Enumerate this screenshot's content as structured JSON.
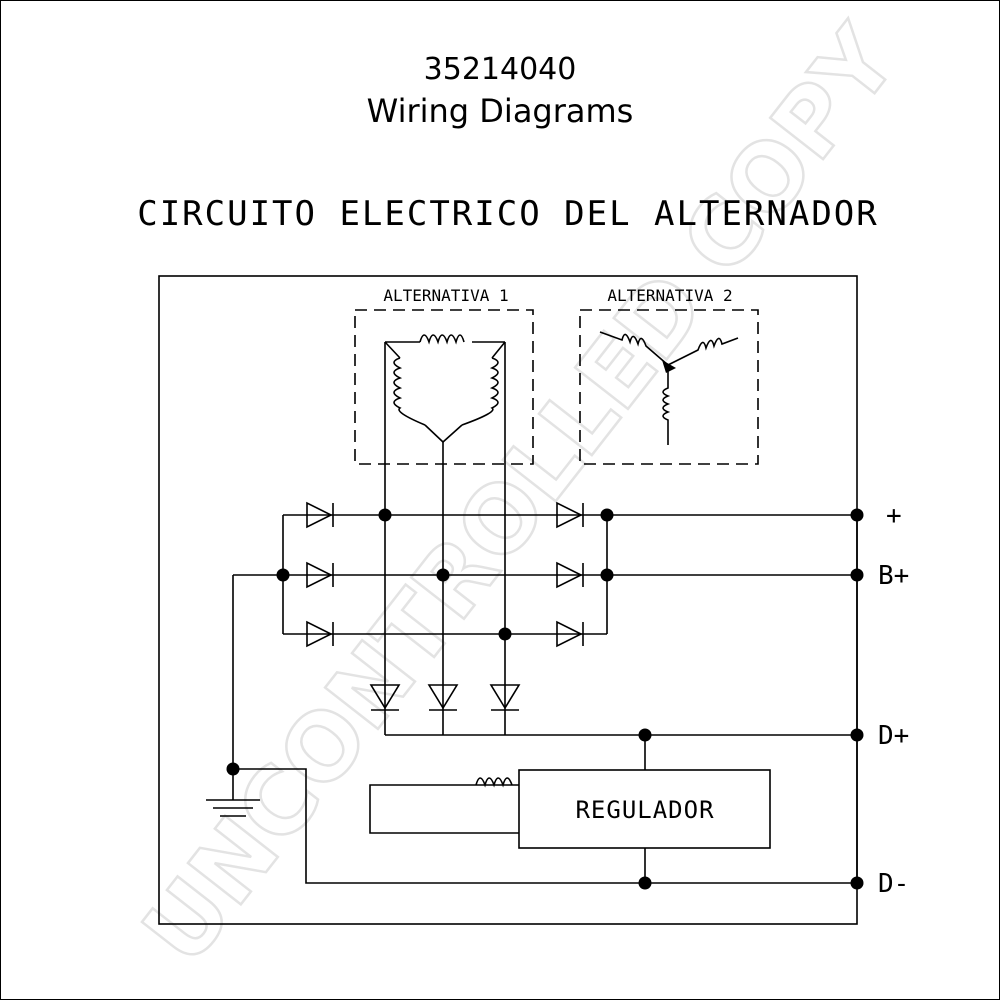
{
  "header": {
    "part_number": "35214040",
    "subtitle": "Wiring Diagrams"
  },
  "diagram": {
    "title": "CIRCUITO ELECTRICO DEL ALTERNADOR",
    "alt1_label": "ALTERNATIVA 1",
    "alt2_label": "ALTERNATIVA 2",
    "regulator_label": "REGULADOR",
    "terminals": {
      "plus": "+",
      "b_plus": "B+",
      "d_plus": "D+",
      "d_minus": "D-"
    }
  },
  "watermark": "UNCONTROLLED COPY"
}
